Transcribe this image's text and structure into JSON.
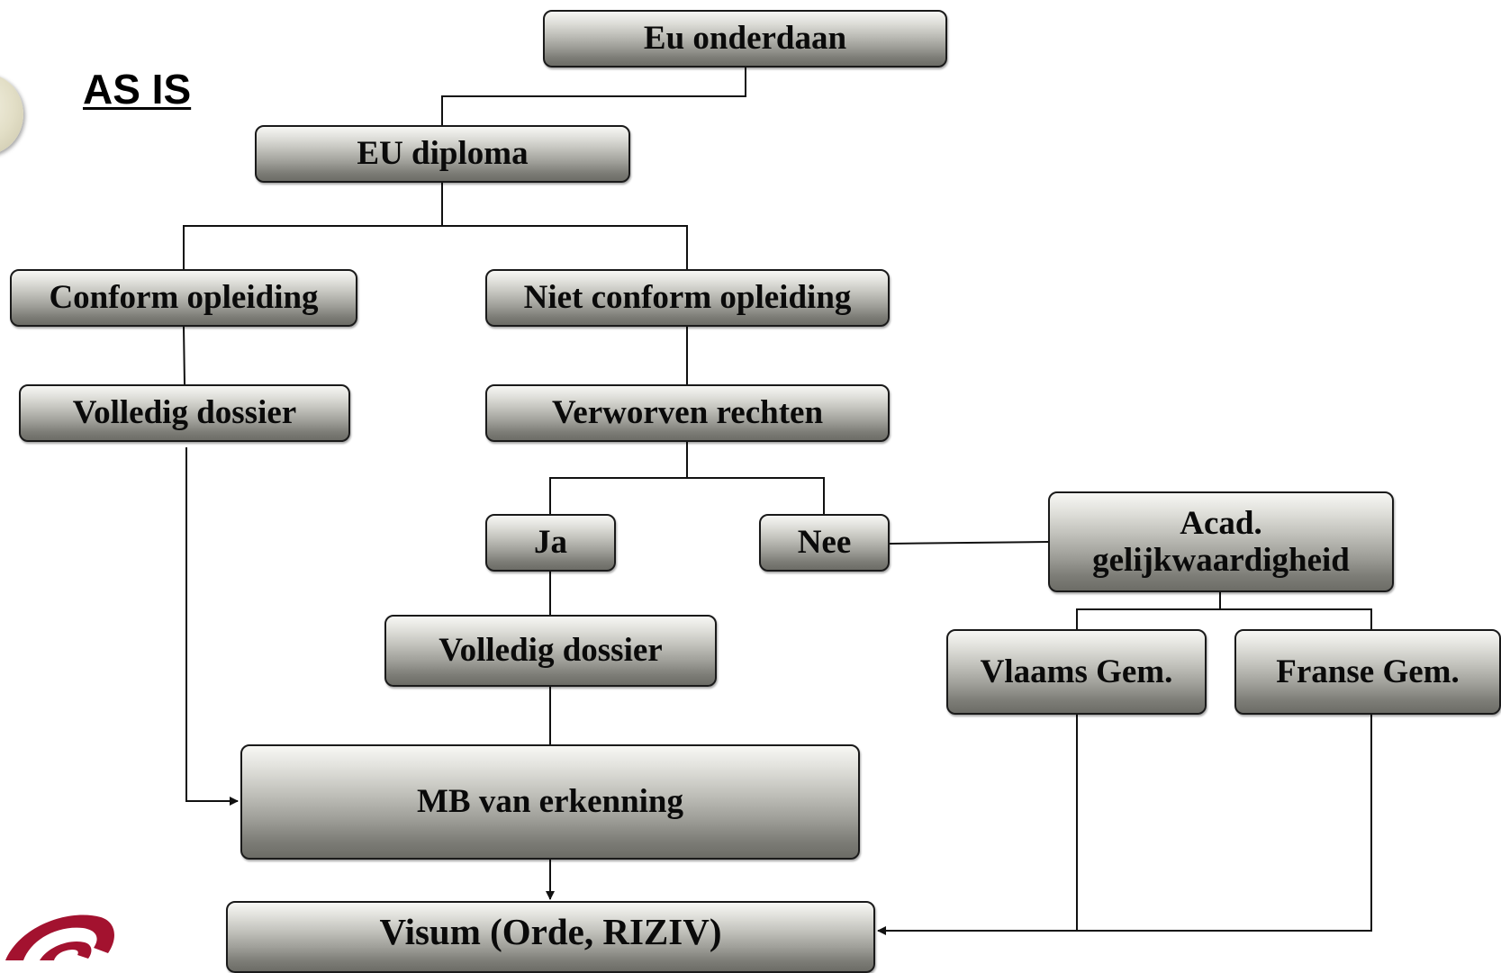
{
  "heading": "AS IS",
  "nodes": {
    "eu_onderdaan": "Eu onderdaan",
    "eu_diploma": "EU diploma",
    "conform_opleiding": "Conform opleiding",
    "niet_conform_opleiding": "Niet conform opleiding",
    "volledig_dossier_left": "Volledig dossier",
    "verworven_rechten": "Verworven rechten",
    "ja": "Ja",
    "nee": "Nee",
    "acad_line1": "Acad.",
    "acad_line2": "gelijkwaardigheid",
    "volledig_dossier_mid": "Volledig dossier",
    "vlaams_gem": "Vlaams Gem.",
    "franse_gem": "Franse Gem.",
    "mb_van_erkenning": "MB van erkenning",
    "visum": "Visum (Orde, RIZIV)"
  },
  "colors": {
    "box_border": "#1a1a1a",
    "connector": "#111111",
    "logo": "#a3122f"
  }
}
